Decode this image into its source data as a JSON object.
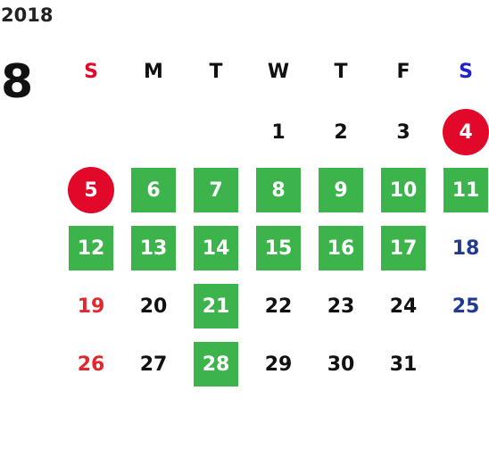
{
  "calendar": {
    "year": "2018",
    "month": "8",
    "weekdays": [
      {
        "label": "S",
        "color": "#e2082a"
      },
      {
        "label": "M",
        "color": "#111111"
      },
      {
        "label": "T",
        "color": "#111111"
      },
      {
        "label": "W",
        "color": "#111111"
      },
      {
        "label": "T",
        "color": "#111111"
      },
      {
        "label": "F",
        "color": "#111111"
      },
      {
        "label": "S",
        "color": "#1f22c8"
      }
    ],
    "weeks": [
      [
        null,
        null,
        null,
        "1",
        "2",
        "3",
        "4"
      ],
      [
        "5",
        "6",
        "7",
        "8",
        "9",
        "10",
        "11"
      ],
      [
        "12",
        "13",
        "14",
        "15",
        "16",
        "17",
        "18"
      ],
      [
        "19",
        "20",
        "21",
        "22",
        "23",
        "24",
        "25"
      ],
      [
        "26",
        "27",
        "28",
        "29",
        "30",
        "31",
        null
      ]
    ],
    "highlighted_green_days": [
      "6",
      "7",
      "8",
      "9",
      "10",
      "11",
      "12",
      "13",
      "14",
      "15",
      "16",
      "17",
      "21",
      "28"
    ],
    "highlighted_red_circle_days": [
      "4",
      "5"
    ],
    "colors": {
      "green": "#3cb44b",
      "red_circle": "#e2082a",
      "sunday_text": "#e0282e",
      "saturday_text": "#1f3a8f"
    }
  }
}
